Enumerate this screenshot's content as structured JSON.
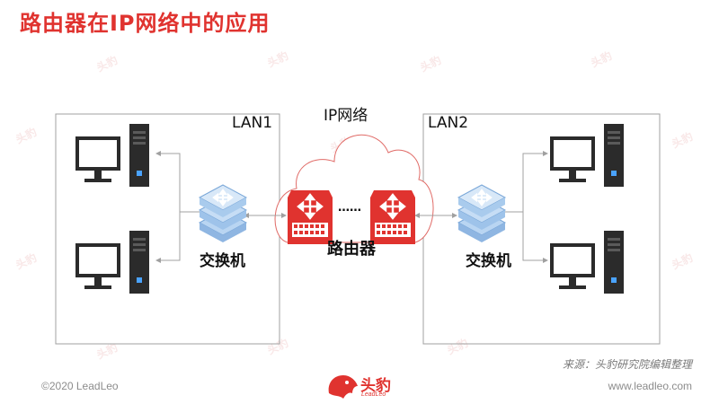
{
  "title": "路由器在IP网络中的应用",
  "labels": {
    "lan1": "LAN1",
    "lan2": "LAN2",
    "ip_network": "IP网络",
    "router": "路由器",
    "switch_left": "交换机",
    "switch_right": "交换机",
    "ellipsis": "……"
  },
  "source": "来源：头豹研究院编辑整理",
  "footer": {
    "copyright": "©2020 LeadLeo",
    "website": "www.leadleo.com",
    "logo_text": "头豹",
    "logo_sub": "LeadLeo"
  },
  "colors": {
    "title": "#e0332f",
    "router": "#e0332f",
    "switch": "#9ec3ea",
    "cloud": "#e0332f",
    "frame": "#999999"
  },
  "icons": [
    "computer-icon",
    "switch-icon",
    "router-icon",
    "cloud-icon",
    "leopard-logo-icon"
  ]
}
